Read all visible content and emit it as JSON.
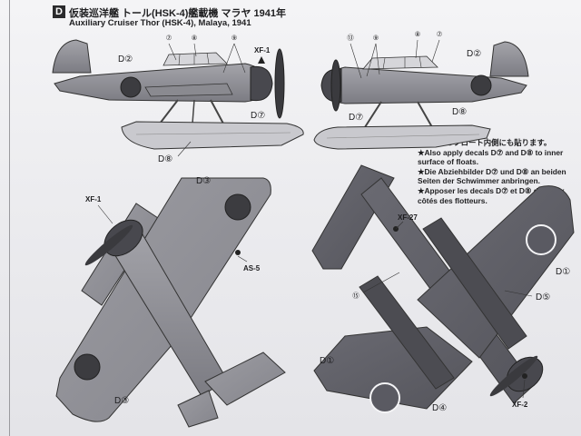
{
  "header": {
    "letter": "D",
    "title_jp": "仮装巡洋艦 トール(HSK-4)艦載機 マラヤ 1941年",
    "title_en": "Auxiliary Cruiser Thor (HSK-4), Malaya, 1941"
  },
  "notes": [
    "★D⑦, D⑧フロート内側にも貼ります。",
    "★Also apply decals D⑦ and D⑧ to inner",
    "surface of floats.",
    "★Die Abziehbilder D⑦ und D⑧ an beiden",
    "Seiten der Schwimmer anbringen.",
    "★Apposer les decals D⑦ et D⑧ desdeux",
    "côtés des flotteurs."
  ],
  "callouts": {
    "left_side": {
      "d2": "D②",
      "n7": "⑦",
      "n8": "⑧",
      "n9": "⑨",
      "xf1": "XF-1",
      "d7": "D⑦",
      "d8": "D⑧"
    },
    "right_side": {
      "n13": "⑬",
      "n9": "⑨",
      "n8": "⑧",
      "n7": "⑦",
      "d2": "D②",
      "d7": "D⑦",
      "d8": "D⑧"
    },
    "top_view": {
      "d3_top": "D③",
      "xf1": "XF-1",
      "as5": "AS-5",
      "d3_bottom": "D③"
    },
    "bottom_view": {
      "xf27": "XF-27",
      "d1_top": "D①",
      "d5": "D⑤",
      "n15": "⑮",
      "d1_bottom": "D①",
      "d4": "D④",
      "xf2": "XF-2"
    }
  },
  "colors": {
    "paper": "#ececef",
    "ink": "#1e1e20",
    "aircraft_grey": "#8e8e94",
    "underside_grey": "#5f5f66",
    "float_light": "#c9c9ce",
    "hinomaru_dark": "#3c3c40"
  }
}
